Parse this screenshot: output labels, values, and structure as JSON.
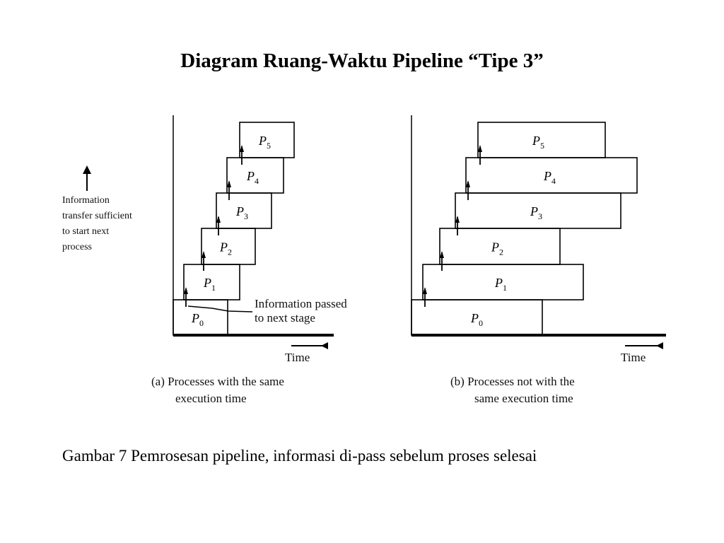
{
  "title": "Diagram Ruang-Waktu Pipeline “Tipe 3”",
  "caption": "Gambar 7 Pemrosesan pipeline, informasi di-pass sebelum proses selesai",
  "legend_note": {
    "lines": [
      "Information",
      "transfer sufficient",
      "to start next",
      "process"
    ]
  },
  "panel_a": {
    "annotation": [
      "Information passed",
      "to next stage"
    ],
    "time_label": "Time",
    "subcaption": [
      "(a) Processes with the same",
      "execution time"
    ],
    "processes": [
      {
        "letter": "P",
        "sub": "0"
      },
      {
        "letter": "P",
        "sub": "1"
      },
      {
        "letter": "P",
        "sub": "2"
      },
      {
        "letter": "P",
        "sub": "3"
      },
      {
        "letter": "P",
        "sub": "4"
      },
      {
        "letter": "P",
        "sub": "5"
      }
    ]
  },
  "panel_b": {
    "time_label": "Time",
    "subcaption": [
      "(b) Processes not with the",
      "same execution time"
    ],
    "processes": [
      {
        "letter": "P",
        "sub": "0"
      },
      {
        "letter": "P",
        "sub": "1"
      },
      {
        "letter": "P",
        "sub": "2"
      },
      {
        "letter": "P",
        "sub": "3"
      },
      {
        "letter": "P",
        "sub": "4"
      },
      {
        "letter": "P",
        "sub": "5"
      }
    ]
  }
}
